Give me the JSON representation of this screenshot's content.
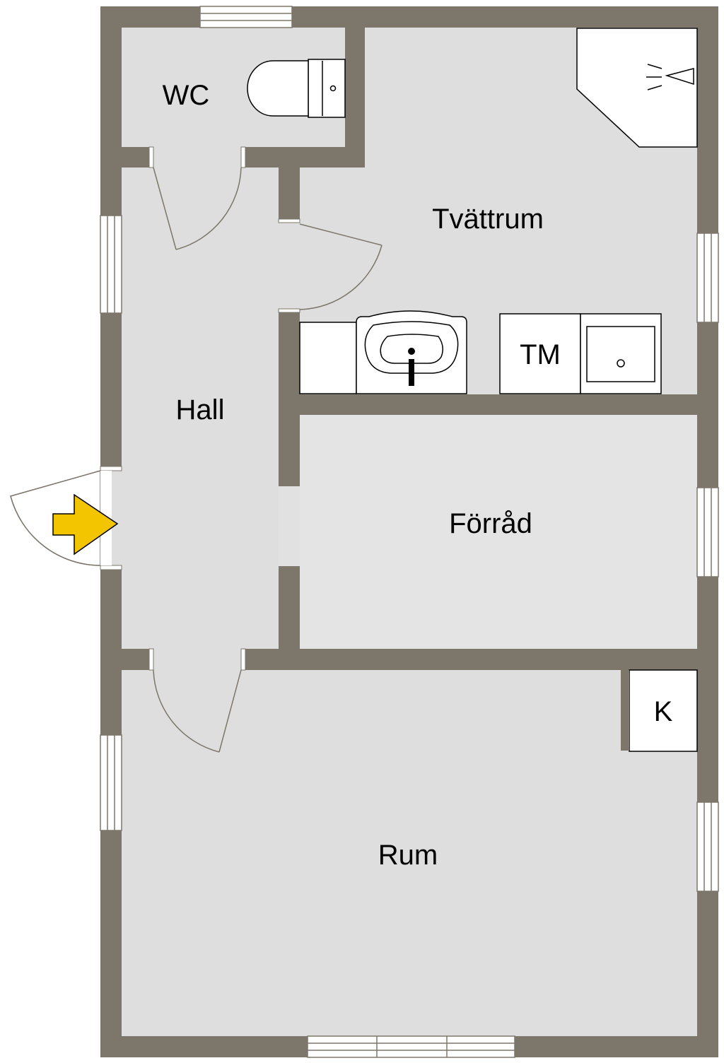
{
  "rooms": {
    "wc": "WC",
    "laundry": "Tvättrum",
    "hall": "Hall",
    "storage": "Förråd",
    "room": "Rum"
  },
  "fixtures": {
    "washing_machine": "TM",
    "kitchenette": "K"
  },
  "colors": {
    "wall": "#7d776b",
    "floor": "#dedede",
    "floor_storage": "#e4e4e4",
    "fixture_fill": "#ffffff",
    "entrance_arrow": "#f2c500"
  }
}
